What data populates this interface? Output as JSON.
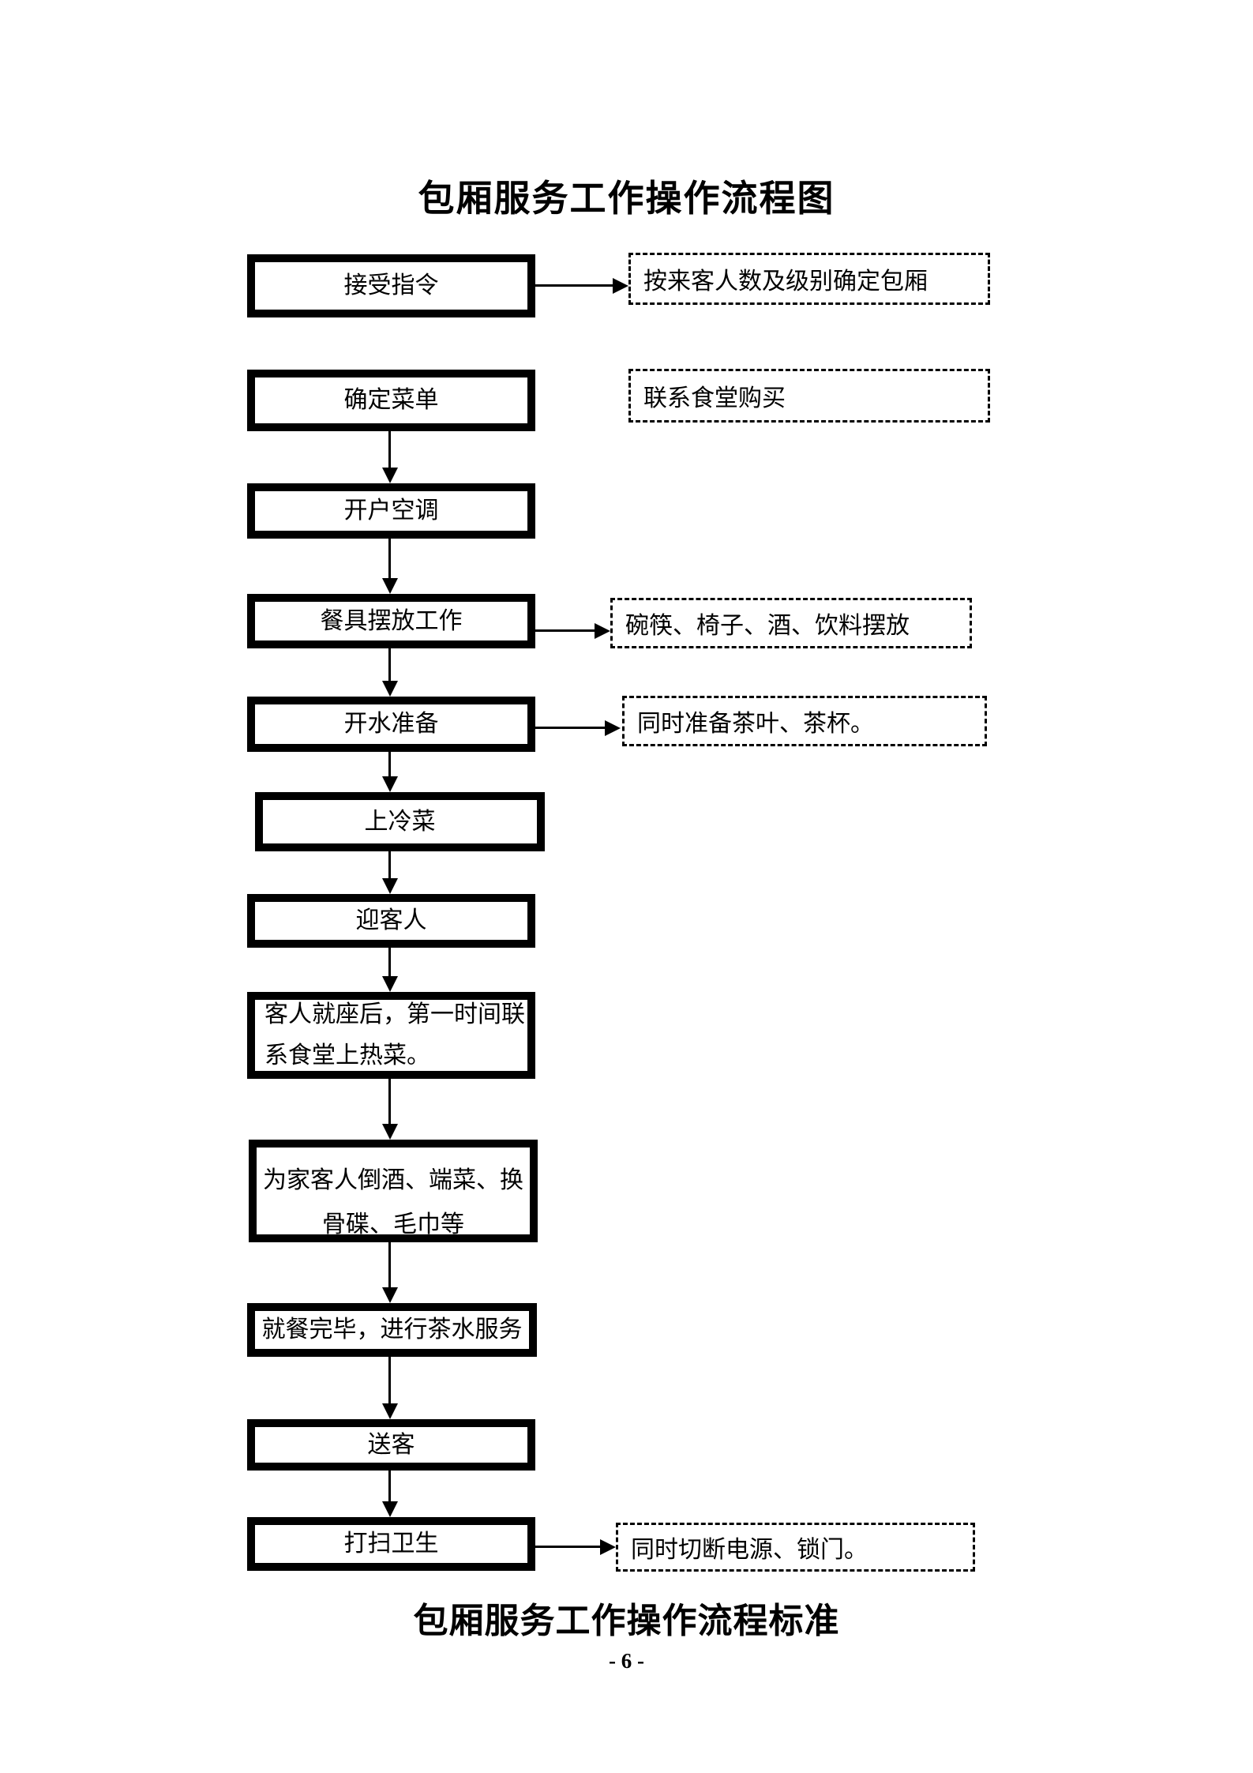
{
  "page": {
    "title": "包厢服务工作操作流程图",
    "footer_title": "包厢服务工作操作流程标准",
    "page_number": "- 6 -"
  },
  "colors": {
    "ink": "#000000",
    "paper": "#ffffff"
  },
  "flowchart": {
    "steps": [
      {
        "label": "接受指令",
        "note": "按来客人数及级别确定包厢",
        "note_connected_by_arrow": true
      },
      {
        "label": "确定菜单",
        "note": "联系食堂购买",
        "note_connected_by_arrow": false
      },
      {
        "label": "开户空调"
      },
      {
        "label": "餐具摆放工作",
        "note": "碗筷、椅子、酒、饮料摆放",
        "note_connected_by_arrow": true
      },
      {
        "label": "开水准备",
        "note": "同时准备茶叶、茶杯。",
        "note_connected_by_arrow": true
      },
      {
        "label": "上冷菜"
      },
      {
        "label": "迎客人"
      },
      {
        "label": "客人就座后，第一时间联系食堂上热菜。"
      },
      {
        "label": "为家客人倒酒、端菜、换骨碟、毛巾等"
      },
      {
        "label": "就餐完毕，进行茶水服务"
      },
      {
        "label": "送客"
      },
      {
        "label": "打扫卫生",
        "note": "同时切断电源、锁门。",
        "note_connected_by_arrow": true
      }
    ]
  }
}
